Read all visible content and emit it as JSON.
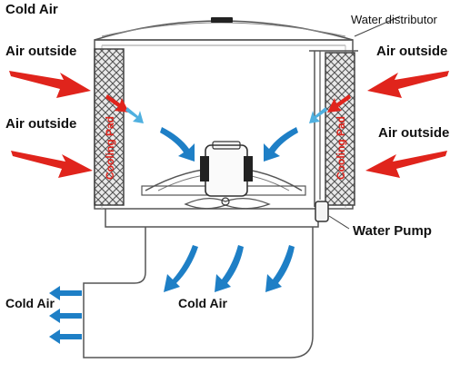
{
  "labels": {
    "cold_air_top": "Cold Air",
    "water_distributor": "Water distributor",
    "air_outside_left_1": "Air outside",
    "air_outside_right_1": "Air outside",
    "air_outside_left_2": "Air outside",
    "air_outside_right_2": "Air outside",
    "water_pump": "Water Pump",
    "cold_air_left": "Cold Air",
    "cold_air_center": "Cold Air",
    "cooling_pad_left": "Cooling Pad",
    "cooling_pad_right": "Cooling Pad"
  },
  "colors": {
    "outside_air_arrow": "#e0241c",
    "cold_air_arrow": "#1e7fc6",
    "cooling_pad_text": "#e0241c",
    "line": "#555555"
  }
}
